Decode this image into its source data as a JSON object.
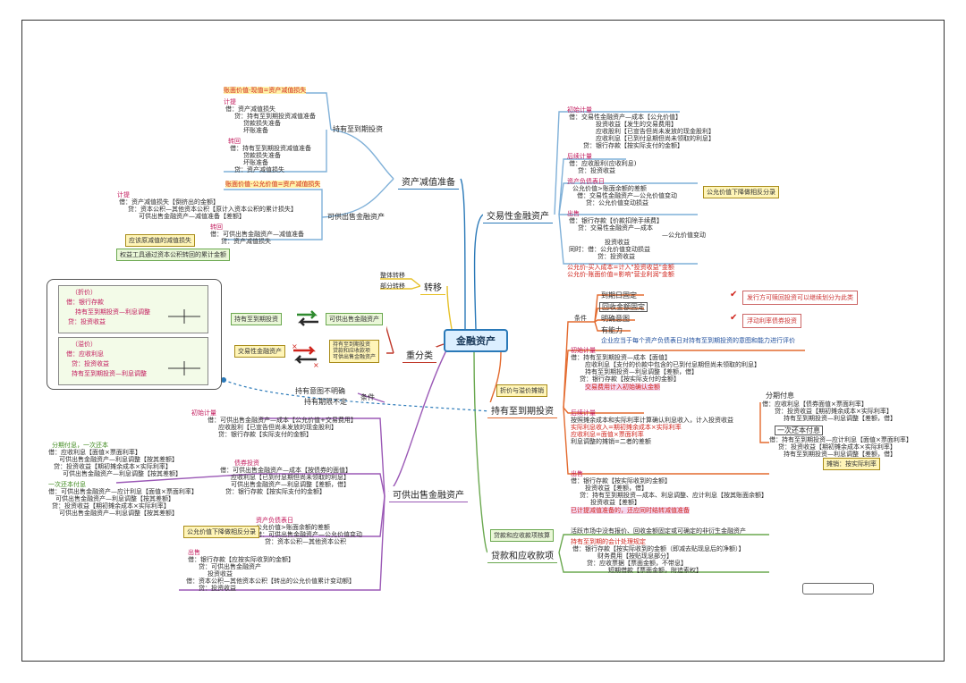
{
  "root": "金融资产",
  "branches": {
    "trading": "交易性金融资产",
    "htm": "持有至到期投资",
    "loans": "贷款和应收款项",
    "afs": "可供出售金融资产",
    "reclass": "重分类",
    "transfer": "转移",
    "impairment": "资产减值准备"
  },
  "impairment": {
    "htm_sub": "持有至到期投资",
    "afs_sub": "可供出售金融资产",
    "htm_head": "账面价值-现值=资产减值损失",
    "htm_accrue_title": "计提",
    "htm_accrue": [
      "借：资产减值损失",
      "贷：持有至到期投资减值准备",
      "贷款损失准备",
      "坏账准备"
    ],
    "htm_reverse_title": "转回",
    "htm_reverse": [
      "借：持有至到期投资减值准备",
      "贷款损失准备",
      "坏账准备",
      "贷：资产减值损失"
    ],
    "afs_head": "账面价值-公允价值=资产减值损失",
    "afs_accrue_title": "计提",
    "afs_accrue": [
      "借：资产减值损失【倒挤出的金额】",
      "贷：资本公积—其他资本公积【原计入资本公积的累计损失】",
      "可供出售金融资产—减值准备【差额】"
    ],
    "afs_reverse_title": "转回",
    "afs_reverse": [
      "借：可供出售金融资产—减值准备",
      "贷：资产减值损失"
    ],
    "note1": "应该原减值的减值损失",
    "note2": "权益工具通过资本公积转回的累计金额"
  },
  "transfer": {
    "items": [
      "整体转移",
      "部分转移"
    ]
  },
  "reclass": {
    "item1_from": "持有至到期投资",
    "item1_to": "可供出售金融资产",
    "item2_from": "交易性金融资产",
    "item2_to": [
      "持有至到期投资",
      "贷款和应收款项",
      "可供出售金融资产"
    ],
    "panel1": [
      "（折价）",
      "借：银行存款",
      "持有至到期投资—利息调整",
      "贷：投资收益"
    ],
    "panel2": [
      "（溢价）",
      "借：应收利息",
      "贷：投资收益",
      "持有至到期投资—利息调整"
    ]
  },
  "trading": {
    "init_title": "初始计量",
    "init": [
      "借：交易性金融资产—成本【公允价值】",
      "投资收益【发生的交易费用】",
      "应收股利【已宣告但尚未发放的现金股利】",
      "应收利息【已到付息期但尚未领取的利息】",
      "贷：银行存款【按实际支付的金额】"
    ],
    "later_title": "后续计量",
    "later": [
      "借：应收股利(应收利息)",
      "贷：投资收益"
    ],
    "fv_title": "资产负债表日",
    "fv": [
      "公允价值>账面余额的差额",
      "借：交易性金融资产—公允价值变动",
      "贷：公允价值变动损益"
    ],
    "fv_tag": "公允价值下降做相反分录",
    "sale_title": "出售",
    "sale": [
      "借：银行存款【价款扣除手续费】",
      "贷：交易性金融资产—成本",
      "—公允价值变动",
      "投资收益",
      "同时：借：公允价值变动损益",
      "贷：投资收益"
    ],
    "formula": [
      "公允价-买入成本=计入\"投资收益\"金额",
      "公允价-账面价值=影响\"营业利润\"金额"
    ]
  },
  "htm": {
    "cond_title": "条件",
    "conds": [
      "到期日固定",
      "回收金额固定",
      "明确意图",
      "有能力"
    ],
    "note_cond": "企业应当于每个资产负债表日对持有至到期投资的意图和能力进行评价",
    "badge1": "发行方可赎回投资可以继续划分为此类",
    "badge2": "浮动利率债券投资",
    "tag": "折价与溢价摊销",
    "init_title": "初始计量",
    "init": [
      "借：持有至到期投资—成本【面值】",
      "应收利息【支付的价款中包含的已到付息期但尚未领取的利息】",
      "持有至到期投资—利息调整【差额，借】",
      "贷：银行存款【按实际支付的金额】"
    ],
    "init_note": "交易费用计入初始确认金额",
    "later_title": "后续计量",
    "later": [
      "按照摊余成本和实际利率计算确认利息收入，计入投资收益",
      "实际利息收入=期初摊余成本×实际利率",
      "应收利息=面值×票面利率",
      "利息调整的摊销=二者的差额"
    ],
    "annual_title": "分期付息",
    "annual": [
      "借：应收利息【债券面值×票面利率】",
      "贷：投资收益【期初摊余成本×实际利率】",
      "持有至到期投资—利息调整【差额，借】"
    ],
    "once_title": "一次还本付息",
    "once": [
      "借：持有至到期投资—应计利息【面值×票面利率】",
      "贷：投资收益【期初摊余成本×实际利率】",
      "持有至到期投资—利息调整【差额，借】"
    ],
    "note_interest": "摊销：按实际利率",
    "sale_title": "出售",
    "sale": [
      "借：银行存款【按实际收到的金额】",
      "投资收益【差额，借】",
      "贷：持有至到期投资—成本、利息调整、应计利息【按其账面余额】",
      "投资收益【差额】"
    ],
    "sale_note": "已计提减值准备的，还应同时结转减值准备"
  },
  "loans": {
    "tag": "贷款和应收款项核算",
    "lines": [
      "活跃市场中没有报价、回收金额固定或可确定的非衍生金融资产",
      "持有至到期的会计处理规定",
      "借：银行存款【按实际收到的金额（即减去贴现息后的净额）】",
      "财务费用【按贴现息部分】",
      "贷：应收票据【票面金额，不带息】",
      "短期借款【票面金额，附追索权】"
    ]
  },
  "afs": {
    "cond": "持有意图不明确",
    "cond2": "条件",
    "cond3": "持有期限不定",
    "init_title": "初始计量",
    "init": [
      "借：可供出售金融资产—成本【公允价值+交易费用】",
      "应收股利【已宣告但尚未发放的现金股利】",
      "贷：银行存款【实际支付的金额】"
    ],
    "annual_title": "分期付息，一次还本",
    "annual": [
      "借：应收利息【面值×票面利率】",
      "可供出售金融资产—利息调整【按其差额】",
      "贷：投资收益【期初摊余成本×实际利率】",
      "可供出售金融资产—利息调整【按其差额】"
    ],
    "debt_title": "债券投资",
    "debt": [
      "借：可供出售金融资产—成本【按债券的面值】",
      "应收利息【已到付息期但尚未领取的利息】",
      "可供出售金融资产—利息调整【差额，借】",
      "贷：银行存款【按实际支付的金额】"
    ],
    "once_title": "一次还本付息",
    "once": [
      "借：可供出售金融资产—应计利息【面值×票面利率】",
      "可供出售金融资产—利息调整【按其差额】",
      "贷：投资收益【期初摊余成本×实际利率】",
      "可供出售金融资产—利息调整【按其差额】"
    ],
    "fv_title": "资产负债表日",
    "fv": [
      "公允价值>账面余额的差额",
      "借：可供出售金融资产—公允价值变动",
      "贷：资本公积—其他资本公积"
    ],
    "fv_tag": "公允价值下降做相反分录",
    "sale_title": "出售",
    "sale": [
      "借：银行存款【应按实际收到的金额】",
      "贷：可供出售金融资产",
      "投资收益",
      "借：资本公积—其他资本公积【转出的公允价值累计变动额】",
      "贷：投资收益"
    ]
  }
}
